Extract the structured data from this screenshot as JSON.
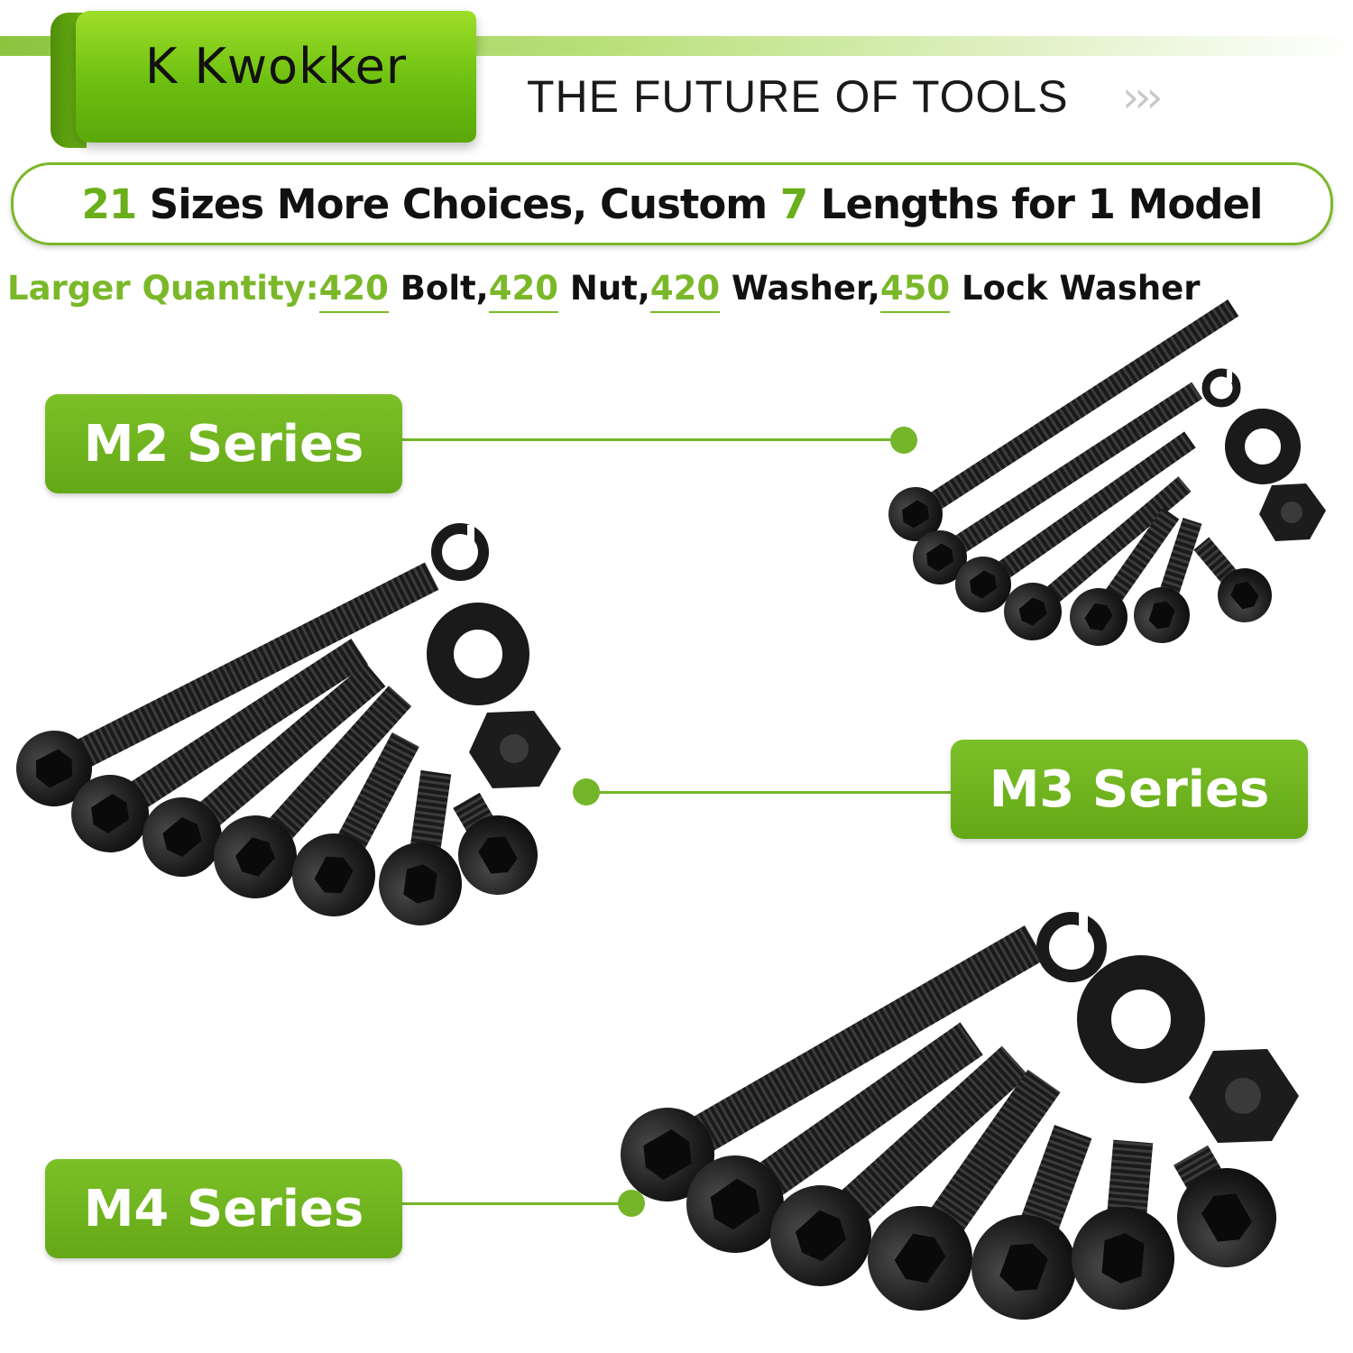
{
  "header": {
    "brand": "K Kwokker",
    "tagline": "THE FUTURE OF TOOLS",
    "chevrons": "›››"
  },
  "banner": {
    "n1": "21",
    "t1": " Sizes More Choices, Custom ",
    "n2": "7",
    "t2": " Lengths for 1 Model"
  },
  "quantity": {
    "label": "Larger Quantity:",
    "bolt_count": "420",
    "bolt_label": " Bolt,",
    "nut_count": "420",
    "nut_label": " Nut,",
    "washer_count": "420",
    "washer_label": " Washer,",
    "lock_count": "450",
    "lock_label": " Lock Washer"
  },
  "series": {
    "m2": "M2 Series",
    "m3": "M3 Series",
    "m4": "M4 Series"
  },
  "colors": {
    "accent": "#74b52a",
    "hardware": "#1b1b1b"
  }
}
